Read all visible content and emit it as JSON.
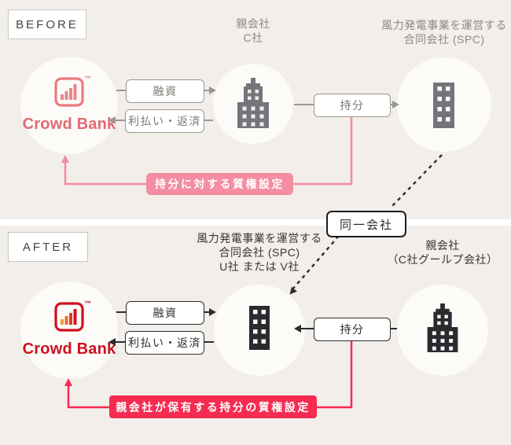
{
  "before": {
    "tag": "BEFORE",
    "bank": {
      "name": "Crowd Bank",
      "trademark": "™"
    },
    "parent_label": {
      "line1": "親会社",
      "line2": "C社"
    },
    "spc_label": {
      "line1": "風力発電事業を運営する",
      "line2": "合同会社 (SPC)"
    },
    "loan_label": "融資",
    "repayment_label": "利払い・返済",
    "equity_label": "持分",
    "pledge_banner": "持分に対する質権設定"
  },
  "link": {
    "same_company_label": "同一会社"
  },
  "after": {
    "tag": "AFTER",
    "bank": {
      "name": "Crowd Bank",
      "trademark": "™"
    },
    "spc_label": {
      "line1": "風力発電事業を運営する",
      "line2": "合同会社 (SPC)",
      "line3": "U社 または V社"
    },
    "parent_label": {
      "line1": "親会社",
      "line2": "（C社グールプ会社）"
    },
    "loan_label": "融資",
    "repayment_label": "利払い・返済",
    "equity_label": "持分",
    "pledge_banner": "親会社が保有する持分の質権設定"
  },
  "colors": {
    "background_beige": "#f2eee9",
    "divider_white": "#ffffff",
    "before_accent_pink": "#f28ba0",
    "before_banner_pink": "#f48ca2",
    "before_logo_pink": "#e87a81",
    "after_accent_red": "#f52b52",
    "after_logo_red": "#cf0f1d",
    "gray_line": "#9a9793",
    "gray_building": "#75747a",
    "dark_line": "#2d2b2e"
  }
}
